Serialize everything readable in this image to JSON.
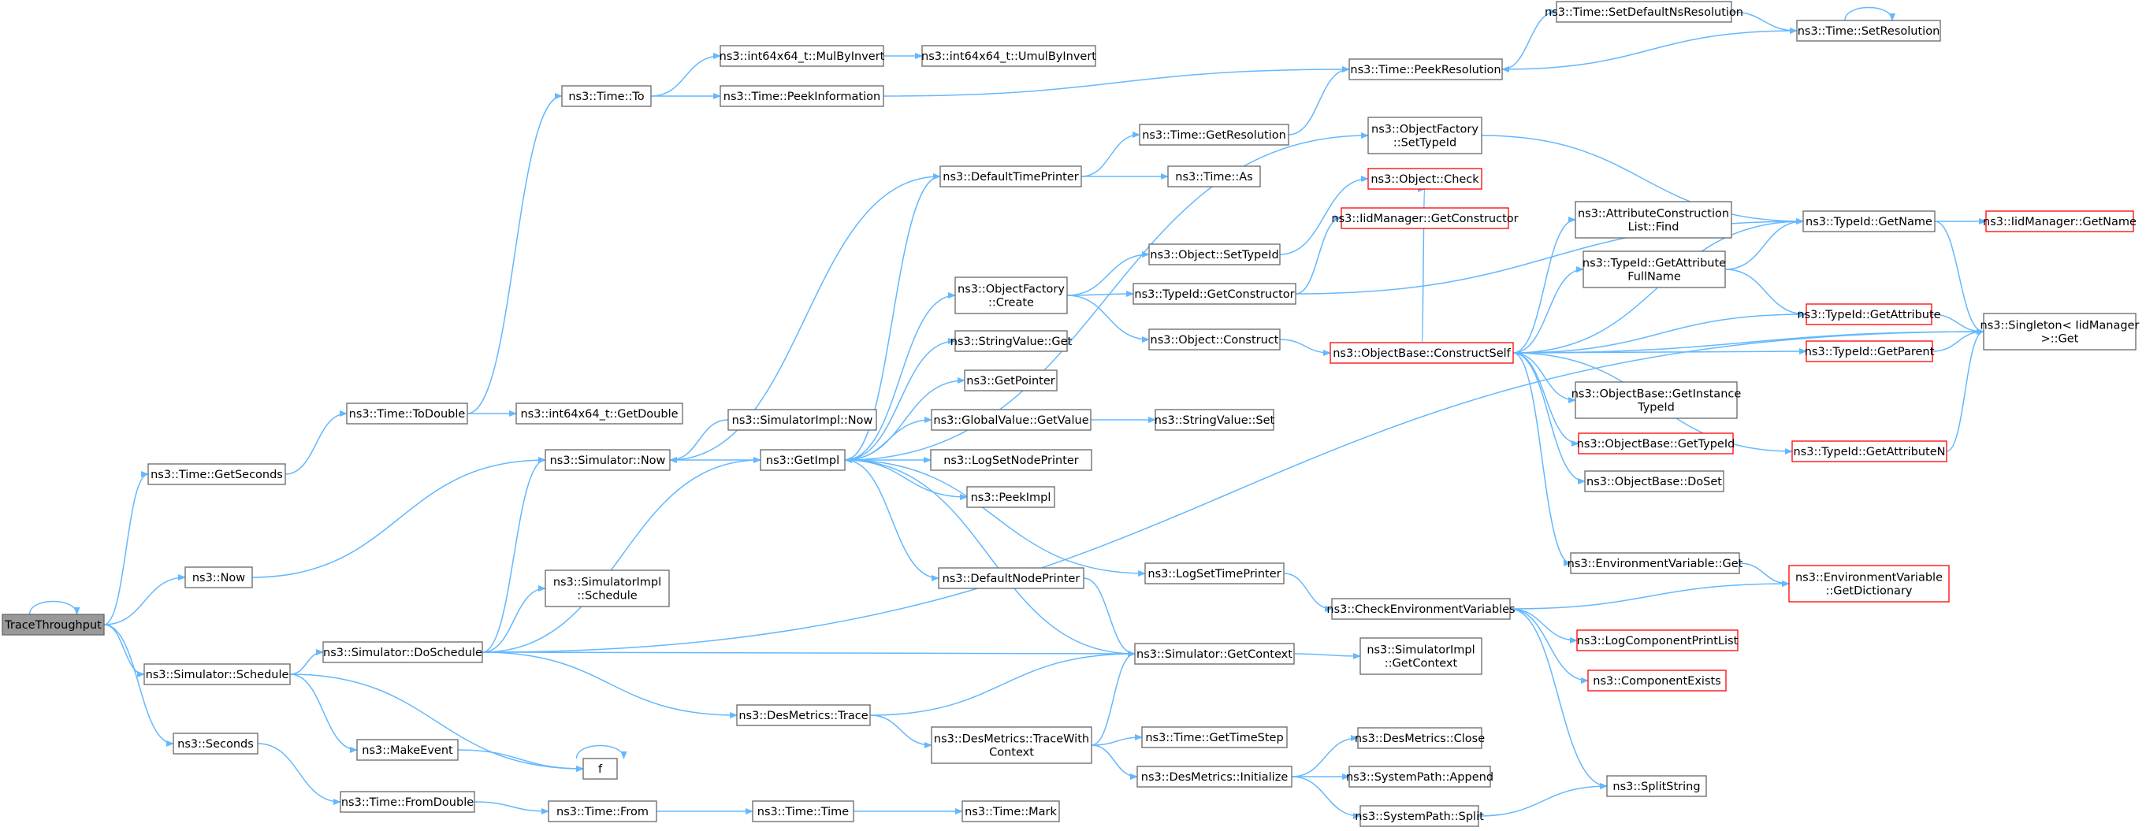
{
  "nodes": [
    {
      "id": "n_tt",
      "lines": [
        "TraceThroughput"
      ],
      "style": "root"
    },
    {
      "id": "n_getseconds",
      "lines": [
        "ns3::Time::GetSeconds"
      ],
      "style": "normal"
    },
    {
      "id": "n_now",
      "lines": [
        "ns3::Now"
      ],
      "style": "normal"
    },
    {
      "id": "n_simsched",
      "lines": [
        "ns3::Simulator::Schedule"
      ],
      "style": "normal"
    },
    {
      "id": "n_seconds",
      "lines": [
        "ns3::Seconds"
      ],
      "style": "normal"
    },
    {
      "id": "n_todouble",
      "lines": [
        "ns3::Time::ToDouble"
      ],
      "style": "normal"
    },
    {
      "id": "n_simnow",
      "lines": [
        "ns3::Simulator::Now"
      ],
      "style": "normal"
    },
    {
      "id": "n_doschedule",
      "lines": [
        "ns3::Simulator::DoSchedule"
      ],
      "style": "normal"
    },
    {
      "id": "n_makeevent",
      "lines": [
        "ns3::MakeEvent"
      ],
      "style": "normal"
    },
    {
      "id": "n_fromdouble",
      "lines": [
        "ns3::Time::FromDouble"
      ],
      "style": "normal"
    },
    {
      "id": "n_to",
      "lines": [
        "ns3::Time::To"
      ],
      "style": "normal"
    },
    {
      "id": "n_getdouble",
      "lines": [
        "ns3::int64x64_t::GetDouble"
      ],
      "style": "normal"
    },
    {
      "id": "n_implsched",
      "lines": [
        "ns3::SimulatorImpl",
        "::Schedule"
      ],
      "style": "normal"
    },
    {
      "id": "n_f",
      "lines": [
        "f"
      ],
      "style": "normal"
    },
    {
      "id": "n_from",
      "lines": [
        "ns3::Time::From"
      ],
      "style": "normal"
    },
    {
      "id": "n_mulbyinvert",
      "lines": [
        "ns3::int64x64_t::MulByInvert"
      ],
      "style": "normal"
    },
    {
      "id": "n_peekinfo",
      "lines": [
        "ns3::Time::PeekInformation"
      ],
      "style": "normal"
    },
    {
      "id": "n_implnow",
      "lines": [
        "ns3::SimulatorImpl::Now"
      ],
      "style": "normal"
    },
    {
      "id": "n_getimpl",
      "lines": [
        "ns3::GetImpl"
      ],
      "style": "normal"
    },
    {
      "id": "n_dmtrace",
      "lines": [
        "ns3::DesMetrics::Trace"
      ],
      "style": "normal"
    },
    {
      "id": "n_timetime",
      "lines": [
        "ns3::Time::Time"
      ],
      "style": "normal"
    },
    {
      "id": "n_umulbyinvert",
      "lines": [
        "ns3::int64x64_t::UmulByInvert"
      ],
      "style": "normal"
    },
    {
      "id": "n_deftimeprinter",
      "lines": [
        "ns3::DefaultTimePrinter"
      ],
      "style": "normal"
    },
    {
      "id": "n_ofcreate",
      "lines": [
        "ns3::ObjectFactory",
        "::Create"
      ],
      "style": "normal"
    },
    {
      "id": "n_strvalget",
      "lines": [
        "ns3::StringValue::Get"
      ],
      "style": "normal"
    },
    {
      "id": "n_getpointer",
      "lines": [
        "ns3::GetPointer"
      ],
      "style": "normal"
    },
    {
      "id": "n_gvgetvalue",
      "lines": [
        "ns3::GlobalValue::GetValue"
      ],
      "style": "normal"
    },
    {
      "id": "n_logsetnode",
      "lines": [
        "ns3::LogSetNodePrinter"
      ],
      "style": "normal"
    },
    {
      "id": "n_peekimpl",
      "lines": [
        "ns3::PeekImpl"
      ],
      "style": "normal"
    },
    {
      "id": "n_defnodeprinter",
      "lines": [
        "ns3::DefaultNodePrinter"
      ],
      "style": "normal"
    },
    {
      "id": "n_dmtracectx",
      "lines": [
        "ns3::DesMetrics::TraceWith",
        "Context"
      ],
      "style": "normal"
    },
    {
      "id": "n_mark",
      "lines": [
        "ns3::Time::Mark"
      ],
      "style": "normal"
    },
    {
      "id": "n_getres",
      "lines": [
        "ns3::Time::GetResolution"
      ],
      "style": "normal"
    },
    {
      "id": "n_timeas",
      "lines": [
        "ns3::Time::As"
      ],
      "style": "normal"
    },
    {
      "id": "n_objsettypeid",
      "lines": [
        "ns3::Object::SetTypeId"
      ],
      "style": "normal"
    },
    {
      "id": "n_tidgetctor",
      "lines": [
        "ns3::TypeId::GetConstructor"
      ],
      "style": "normal"
    },
    {
      "id": "n_objconstruct",
      "lines": [
        "ns3::Object::Construct"
      ],
      "style": "normal"
    },
    {
      "id": "n_strvalset",
      "lines": [
        "ns3::StringValue::Set"
      ],
      "style": "normal"
    },
    {
      "id": "n_logsettime",
      "lines": [
        "ns3::LogSetTimePrinter"
      ],
      "style": "normal"
    },
    {
      "id": "n_simgetctx",
      "lines": [
        "ns3::Simulator::GetContext"
      ],
      "style": "normal"
    },
    {
      "id": "n_gettimestep",
      "lines": [
        "ns3::Time::GetTimeStep"
      ],
      "style": "normal"
    },
    {
      "id": "n_dminit",
      "lines": [
        "ns3::DesMetrics::Initialize"
      ],
      "style": "normal"
    },
    {
      "id": "n_peekres",
      "lines": [
        "ns3::Time::PeekResolution"
      ],
      "style": "normal"
    },
    {
      "id": "n_offsettypeid",
      "lines": [
        "ns3::ObjectFactory",
        "::SetTypeId"
      ],
      "style": "normal"
    },
    {
      "id": "n_objcheck",
      "lines": [
        "ns3::Object::Check"
      ],
      "style": "red"
    },
    {
      "id": "n_iidgetctor",
      "lines": [
        "ns3::IidManager::GetConstructor"
      ],
      "style": "red"
    },
    {
      "id": "n_constructself",
      "lines": [
        "ns3::ObjectBase::ConstructSelf"
      ],
      "style": "red"
    },
    {
      "id": "n_checkenv",
      "lines": [
        "ns3::CheckEnvironmentVariables"
      ],
      "style": "normal"
    },
    {
      "id": "n_implgetctx",
      "lines": [
        "ns3::SimulatorImpl",
        "::GetContext"
      ],
      "style": "normal"
    },
    {
      "id": "n_dmclose",
      "lines": [
        "ns3::DesMetrics::Close"
      ],
      "style": "normal"
    },
    {
      "id": "n_spappend",
      "lines": [
        "ns3::SystemPath::Append"
      ],
      "style": "normal"
    },
    {
      "id": "n_spsplit",
      "lines": [
        "ns3::SystemPath::Split"
      ],
      "style": "normal"
    },
    {
      "id": "n_setdefres",
      "lines": [
        "ns3::Time::SetDefaultNsResolution"
      ],
      "style": "normal"
    },
    {
      "id": "n_setres",
      "lines": [
        "ns3::Time::SetResolution"
      ],
      "style": "normal"
    },
    {
      "id": "n_aclfind",
      "lines": [
        "ns3::AttributeConstruction",
        "List::Find"
      ],
      "style": "normal"
    },
    {
      "id": "n_tidgetattrfull",
      "lines": [
        "ns3::TypeId::GetAttribute",
        "FullName"
      ],
      "style": "normal"
    },
    {
      "id": "n_obgetinst",
      "lines": [
        "ns3::ObjectBase::GetInstance",
        "TypeId"
      ],
      "style": "normal"
    },
    {
      "id": "n_obgettypeid",
      "lines": [
        "ns3::ObjectBase::GetTypeId"
      ],
      "style": "red"
    },
    {
      "id": "n_obdoset",
      "lines": [
        "ns3::ObjectBase::DoSet"
      ],
      "style": "normal"
    },
    {
      "id": "n_envget",
      "lines": [
        "ns3::EnvironmentVariable::Get"
      ],
      "style": "normal"
    },
    {
      "id": "n_logcompprint",
      "lines": [
        "ns3::LogComponentPrintList"
      ],
      "style": "red"
    },
    {
      "id": "n_compexists",
      "lines": [
        "ns3::ComponentExists"
      ],
      "style": "red"
    },
    {
      "id": "n_splitstring",
      "lines": [
        "ns3::SplitString"
      ],
      "style": "normal"
    },
    {
      "id": "n_tidgetname",
      "lines": [
        "ns3::TypeId::GetName"
      ],
      "style": "normal"
    },
    {
      "id": "n_tidgetattr",
      "lines": [
        "ns3::TypeId::GetAttribute"
      ],
      "style": "red"
    },
    {
      "id": "n_tidgetparent",
      "lines": [
        "ns3::TypeId::GetParent"
      ],
      "style": "red"
    },
    {
      "id": "n_tidgetattrn",
      "lines": [
        "ns3::TypeId::GetAttributeN"
      ],
      "style": "red"
    },
    {
      "id": "n_envgetdict",
      "lines": [
        "ns3::EnvironmentVariable",
        "::GetDictionary"
      ],
      "style": "red"
    },
    {
      "id": "n_iidgetname",
      "lines": [
        "ns3::IidManager::GetName"
      ],
      "style": "red"
    },
    {
      "id": "n_singleton",
      "lines": [
        "ns3::Singleton< IidManager",
        ">::Get"
      ],
      "style": "normal"
    }
  ],
  "edges": [
    [
      "n_tt",
      "n_tt"
    ],
    [
      "n_tt",
      "n_getseconds"
    ],
    [
      "n_tt",
      "n_now"
    ],
    [
      "n_tt",
      "n_simsched"
    ],
    [
      "n_tt",
      "n_seconds"
    ],
    [
      "n_getseconds",
      "n_todouble"
    ],
    [
      "n_todouble",
      "n_to"
    ],
    [
      "n_todouble",
      "n_getdouble"
    ],
    [
      "n_to",
      "n_mulbyinvert"
    ],
    [
      "n_to",
      "n_peekinfo"
    ],
    [
      "n_mulbyinvert",
      "n_umulbyinvert"
    ],
    [
      "n_peekinfo",
      "n_peekres"
    ],
    [
      "n_peekres",
      "n_setdefres"
    ],
    [
      "n_setdefres",
      "n_setres"
    ],
    [
      "n_setres",
      "n_setres"
    ],
    [
      "n_setres",
      "n_peekres"
    ],
    [
      "n_now",
      "n_simnow"
    ],
    [
      "n_simnow",
      "n_getimpl"
    ],
    [
      "n_implnow",
      "n_simnow"
    ],
    [
      "n_simsched",
      "n_doschedule"
    ],
    [
      "n_simsched",
      "n_makeevent"
    ],
    [
      "n_simsched",
      "n_f"
    ],
    [
      "n_doschedule",
      "n_simnow"
    ],
    [
      "n_doschedule",
      "n_implsched"
    ],
    [
      "n_doschedule",
      "n_getimpl"
    ],
    [
      "n_doschedule",
      "n_simgetctx"
    ],
    [
      "n_doschedule",
      "n_dmtrace"
    ],
    [
      "n_doschedule",
      "n_singleton"
    ],
    [
      "n_makeevent",
      "n_f"
    ],
    [
      "n_f",
      "n_f"
    ],
    [
      "n_seconds",
      "n_fromdouble"
    ],
    [
      "n_fromdouble",
      "n_from"
    ],
    [
      "n_from",
      "n_timetime"
    ],
    [
      "n_timetime",
      "n_mark"
    ],
    [
      "n_getimpl",
      "n_deftimeprinter"
    ],
    [
      "n_getimpl",
      "n_offsettypeid"
    ],
    [
      "n_getimpl",
      "n_ofcreate"
    ],
    [
      "n_getimpl",
      "n_strvalget"
    ],
    [
      "n_getimpl",
      "n_getpointer"
    ],
    [
      "n_getimpl",
      "n_gvgetvalue"
    ],
    [
      "n_getimpl",
      "n_logsetnode"
    ],
    [
      "n_getimpl",
      "n_peekimpl"
    ],
    [
      "n_getimpl",
      "n_defnodeprinter"
    ],
    [
      "n_getimpl",
      "n_logsettime"
    ],
    [
      "n_deftimeprinter",
      "n_simnow"
    ],
    [
      "n_deftimeprinter",
      "n_getres"
    ],
    [
      "n_deftimeprinter",
      "n_timeas"
    ],
    [
      "n_getres",
      "n_peekres"
    ],
    [
      "n_ofcreate",
      "n_objsettypeid"
    ],
    [
      "n_ofcreate",
      "n_tidgetctor"
    ],
    [
      "n_ofcreate",
      "n_objconstruct"
    ],
    [
      "n_objsettypeid",
      "n_objcheck"
    ],
    [
      "n_tidgetctor",
      "n_iidgetctor"
    ],
    [
      "n_tidgetctor",
      "n_tidgetname"
    ],
    [
      "n_objconstruct",
      "n_constructself"
    ],
    [
      "n_gvgetvalue",
      "n_strvalset"
    ],
    [
      "n_defnodeprinter",
      "n_simgetctx"
    ],
    [
      "n_logsettime",
      "n_checkenv"
    ],
    [
      "n_simgetctx",
      "n_getimpl"
    ],
    [
      "n_simgetctx",
      "n_implgetctx"
    ],
    [
      "n_dmtrace",
      "n_simgetctx"
    ],
    [
      "n_dmtrace",
      "n_dmtracectx"
    ],
    [
      "n_dmtracectx",
      "n_simgetctx"
    ],
    [
      "n_dmtracectx",
      "n_gettimestep"
    ],
    [
      "n_dmtracectx",
      "n_dminit"
    ],
    [
      "n_dminit",
      "n_dmclose"
    ],
    [
      "n_dminit",
      "n_spappend"
    ],
    [
      "n_dminit",
      "n_spsplit"
    ],
    [
      "n_spsplit",
      "n_splitstring"
    ],
    [
      "n_offsettypeid",
      "n_tidgetname"
    ],
    [
      "n_constructself",
      "n_aclfind"
    ],
    [
      "n_constructself",
      "n_tidgetattrfull"
    ],
    [
      "n_constructself",
      "n_obgetinst"
    ],
    [
      "n_constructself",
      "n_obgettypeid"
    ],
    [
      "n_constructself",
      "n_obdoset"
    ],
    [
      "n_constructself",
      "n_envget"
    ],
    [
      "n_constructself",
      "n_tidgetname"
    ],
    [
      "n_constructself",
      "n_tidgetattr"
    ],
    [
      "n_constructself",
      "n_tidgetparent"
    ],
    [
      "n_constructself",
      "n_tidgetattrn"
    ],
    [
      "n_constructself",
      "n_singleton"
    ],
    [
      "n_constructself",
      "n_objcheck"
    ],
    [
      "n_tidgetattrfull",
      "n_tidgetname"
    ],
    [
      "n_tidgetattrfull",
      "n_tidgetattr"
    ],
    [
      "n_tidgetname",
      "n_iidgetname"
    ],
    [
      "n_tidgetname",
      "n_singleton"
    ],
    [
      "n_tidgetattr",
      "n_singleton"
    ],
    [
      "n_tidgetparent",
      "n_singleton"
    ],
    [
      "n_tidgetattrn",
      "n_singleton"
    ],
    [
      "n_envget",
      "n_envgetdict"
    ],
    [
      "n_checkenv",
      "n_envgetdict"
    ],
    [
      "n_checkenv",
      "n_logcompprint"
    ],
    [
      "n_checkenv",
      "n_compexists"
    ],
    [
      "n_checkenv",
      "n_splitstring"
    ]
  ],
  "colors": {
    "edge": "#63b8ff",
    "node_border": "#666666",
    "node_border_red": "#ff0000",
    "root_fill": "#999999"
  }
}
